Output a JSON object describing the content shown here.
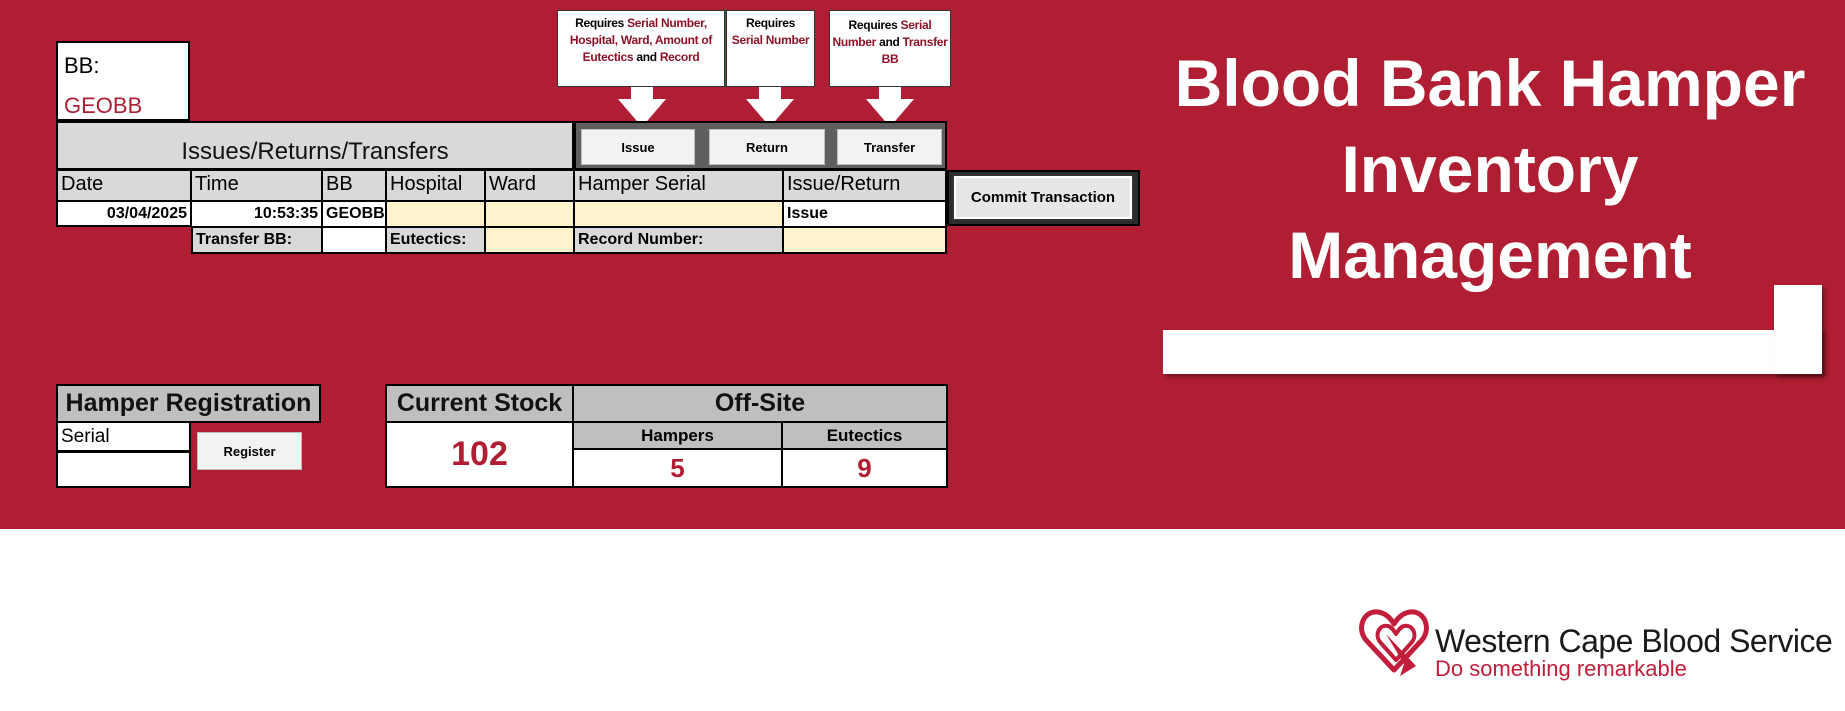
{
  "bb": {
    "label": "BB:",
    "value": "GEOBB"
  },
  "callouts": {
    "issue": {
      "parts": [
        "Requires ",
        "Serial Number, Hospital, Ward, Amount of Eutectics",
        " and ",
        "Record"
      ]
    },
    "return": {
      "parts": [
        "Requires ",
        "Serial Number"
      ]
    },
    "transfer": {
      "parts": [
        "Requires ",
        "Serial Number",
        " and ",
        "Transfer BB"
      ]
    }
  },
  "transactions": {
    "title": "Issues/Returns/Transfers",
    "buttons": {
      "issue": "Issue",
      "return": "Return",
      "transfer": "Transfer"
    },
    "headers": {
      "date": "Date",
      "time": "Time",
      "bb": "BB",
      "hospital": "Hospital",
      "ward": "Ward",
      "hamper_serial": "Hamper Serial",
      "issue_return": "Issue/Return"
    },
    "row": {
      "date": "03/04/2025",
      "time": "10:53:35",
      "bb": "GEOBB",
      "hospital": "",
      "ward": "",
      "hamper_serial": "",
      "issue_return": "Issue"
    },
    "labels": {
      "transfer_bb": "Transfer BB:",
      "eutectics": "Eutectics:",
      "record_number": "Record Number:"
    },
    "commit_label": "Commit Transaction"
  },
  "app_title": "Blood Bank Hamper Inventory Management",
  "registration": {
    "title": "Hamper Registration",
    "serial_label": "Serial",
    "serial_value": "",
    "register_label": "Register"
  },
  "stock": {
    "current_title": "Current Stock",
    "current_value": "102",
    "offsite_title": "Off-Site",
    "hampers_label": "Hampers",
    "hampers_value": "5",
    "eutectics_label": "Eutectics",
    "eutectics_value": "9"
  },
  "logo": {
    "name": "Western Cape Blood Service",
    "tagline": "Do something remarkable",
    "icon": "heart-logo-icon"
  },
  "colors": {
    "brand_red": "#af1e33",
    "input_yellow": "#fff2cc",
    "header_gray": "#d9d9d9"
  }
}
